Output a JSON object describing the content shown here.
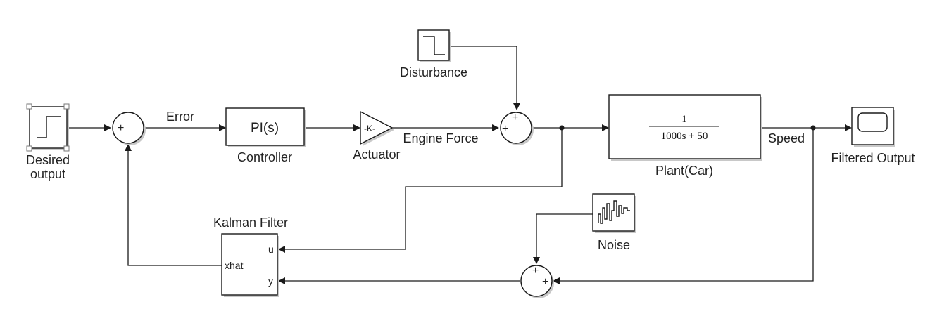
{
  "diagram": {
    "blocks": {
      "desired_output": "Desired\noutput",
      "controller": "Controller",
      "controller_expr": "PI(s)",
      "actuator": "Actuator",
      "actuator_gain": "-K-",
      "disturbance": "Disturbance",
      "plant": "Plant(Car)",
      "plant_num": "1",
      "plant_den": "1000s + 50",
      "filtered_output": "Filtered Output",
      "kalman": "Kalman Filter",
      "noise": "Noise"
    },
    "ports": {
      "u": "u",
      "y": "y",
      "xhat": "xhat"
    },
    "signals": {
      "error": "Error",
      "engine_force": "Engine Force",
      "speed": "Speed"
    },
    "signs": {
      "sum1_plus": "+",
      "sum1_minus": "_",
      "sum2_top": "+",
      "sum2_left": "+",
      "sum3_top": "+",
      "sum3_right": "+"
    },
    "colors": {
      "line": "#1a1a1a",
      "block_fill": "#ffffff",
      "shadow": "#c8c8c8"
    },
    "icons": [
      "step-icon",
      "scope-icon",
      "random-noise-icon"
    ]
  }
}
